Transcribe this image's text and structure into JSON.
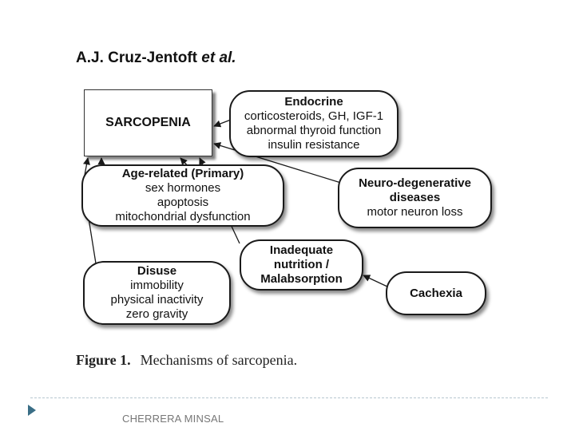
{
  "header": {
    "author": "A.J. Cruz-Jentoft",
    "etal": "et al."
  },
  "diagram": {
    "center": {
      "label": "SARCOPENIA"
    },
    "endocrine": {
      "title": "Endocrine",
      "lines": [
        "corticosteroids, GH, IGF-1",
        "abnormal thyroid function",
        "insulin resistance"
      ]
    },
    "age_related": {
      "title": "Age-related (Primary)",
      "lines": [
        "sex hormones",
        "apoptosis",
        "mitochondrial dysfunction"
      ]
    },
    "neuro": {
      "title_lines": [
        "Neuro-degenerative",
        "diseases"
      ],
      "lines": [
        "motor neuron loss"
      ]
    },
    "nutrition": {
      "title_lines": [
        "Inadequate",
        "nutrition /",
        "Malabsorption"
      ]
    },
    "disuse": {
      "title": "Disuse",
      "lines": [
        "immobility",
        "physical inactivity",
        "zero gravity"
      ]
    },
    "cachexia": {
      "title": "Cachexia"
    }
  },
  "caption": {
    "label": "Figure 1.",
    "text": "Mechanisms of sarcopenia."
  },
  "footer": {
    "text": "CHERRERA MINSAL"
  },
  "colors": {
    "arrow": "#1a1a1a",
    "accent": "#3a6e86"
  }
}
